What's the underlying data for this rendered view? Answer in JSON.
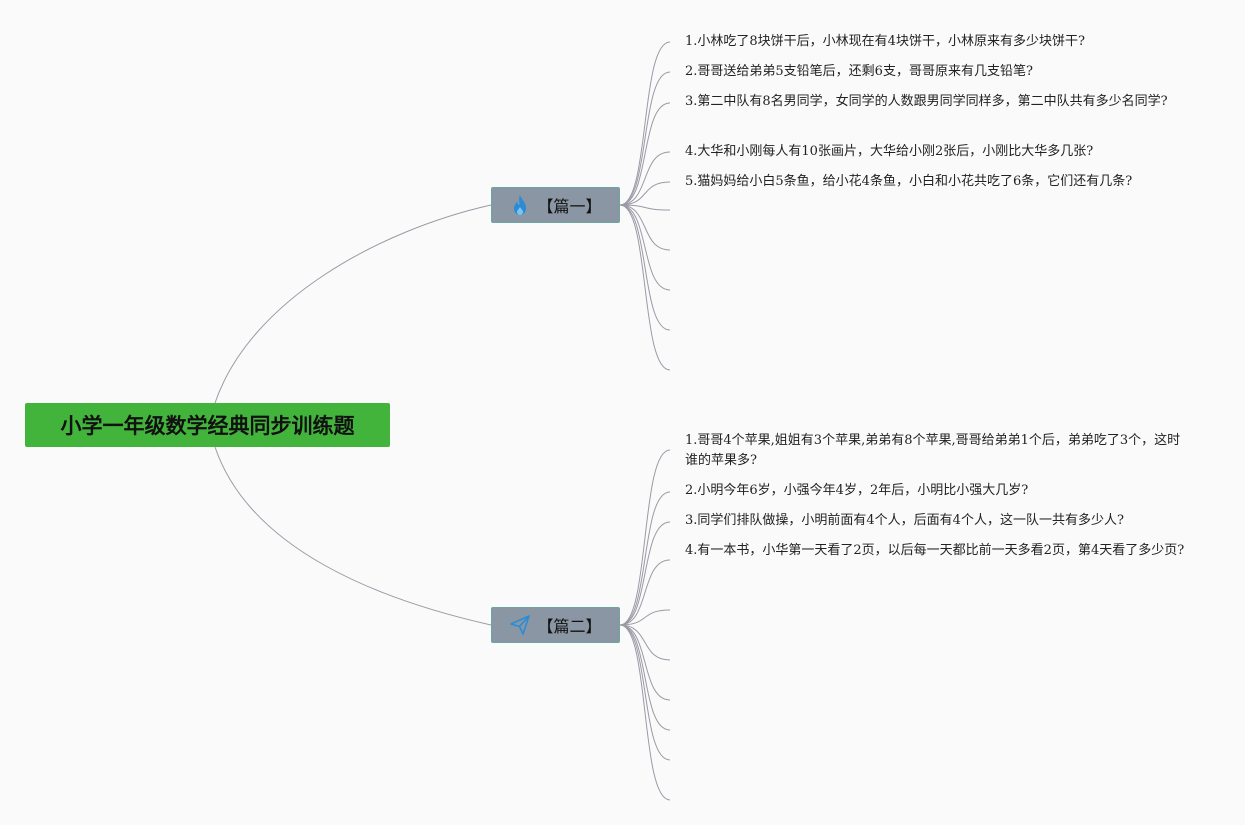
{
  "root": {
    "title": "小学一年级数学经典同步训练题"
  },
  "branches": [
    {
      "label": "【篇一】",
      "icon": "flame-icon",
      "icon_color": "#2a8cd6",
      "items": [
        "1.小林吃了8块饼干后，小林现在有4块饼干，小林原来有多少块饼干?",
        "2.哥哥送给弟弟5支铅笔后，还剩6支，哥哥原来有几支铅笔?",
        "3.第二中队有8名男同学，女同学的人数跟男同学同样多，第二中队共有多少名同学?",
        "4.大华和小刚每人有10张画片，大华给小刚2张后，小刚比大华多几张?",
        "5.猫妈妈给小白5条鱼，给小花4条鱼，小白和小花共吃了6条，它们还有几条?"
      ]
    },
    {
      "label": "【篇二】",
      "icon": "paper-plane-icon",
      "icon_color": "#2a8cd6",
      "items": [
        "1.哥哥4个苹果,姐姐有3个苹果,弟弟有8个苹果,哥哥给弟弟1个后，弟弟吃了3个，这时谁的苹果多?",
        "2.小明今年6岁，小强今年4岁，2年后，小明比小强大几岁?",
        "3.同学们排队做操，小明前面有4个人，后面有4个人，这一队一共有多少人?",
        "4.有一本书，小华第一天看了2页，以后每一天都比前一天多看2页，第4天看了多少页?"
      ]
    }
  ],
  "colors": {
    "root_bg": "#43b43b",
    "branch_bg": "#8a96a3",
    "connector": "#9a9aa6"
  }
}
